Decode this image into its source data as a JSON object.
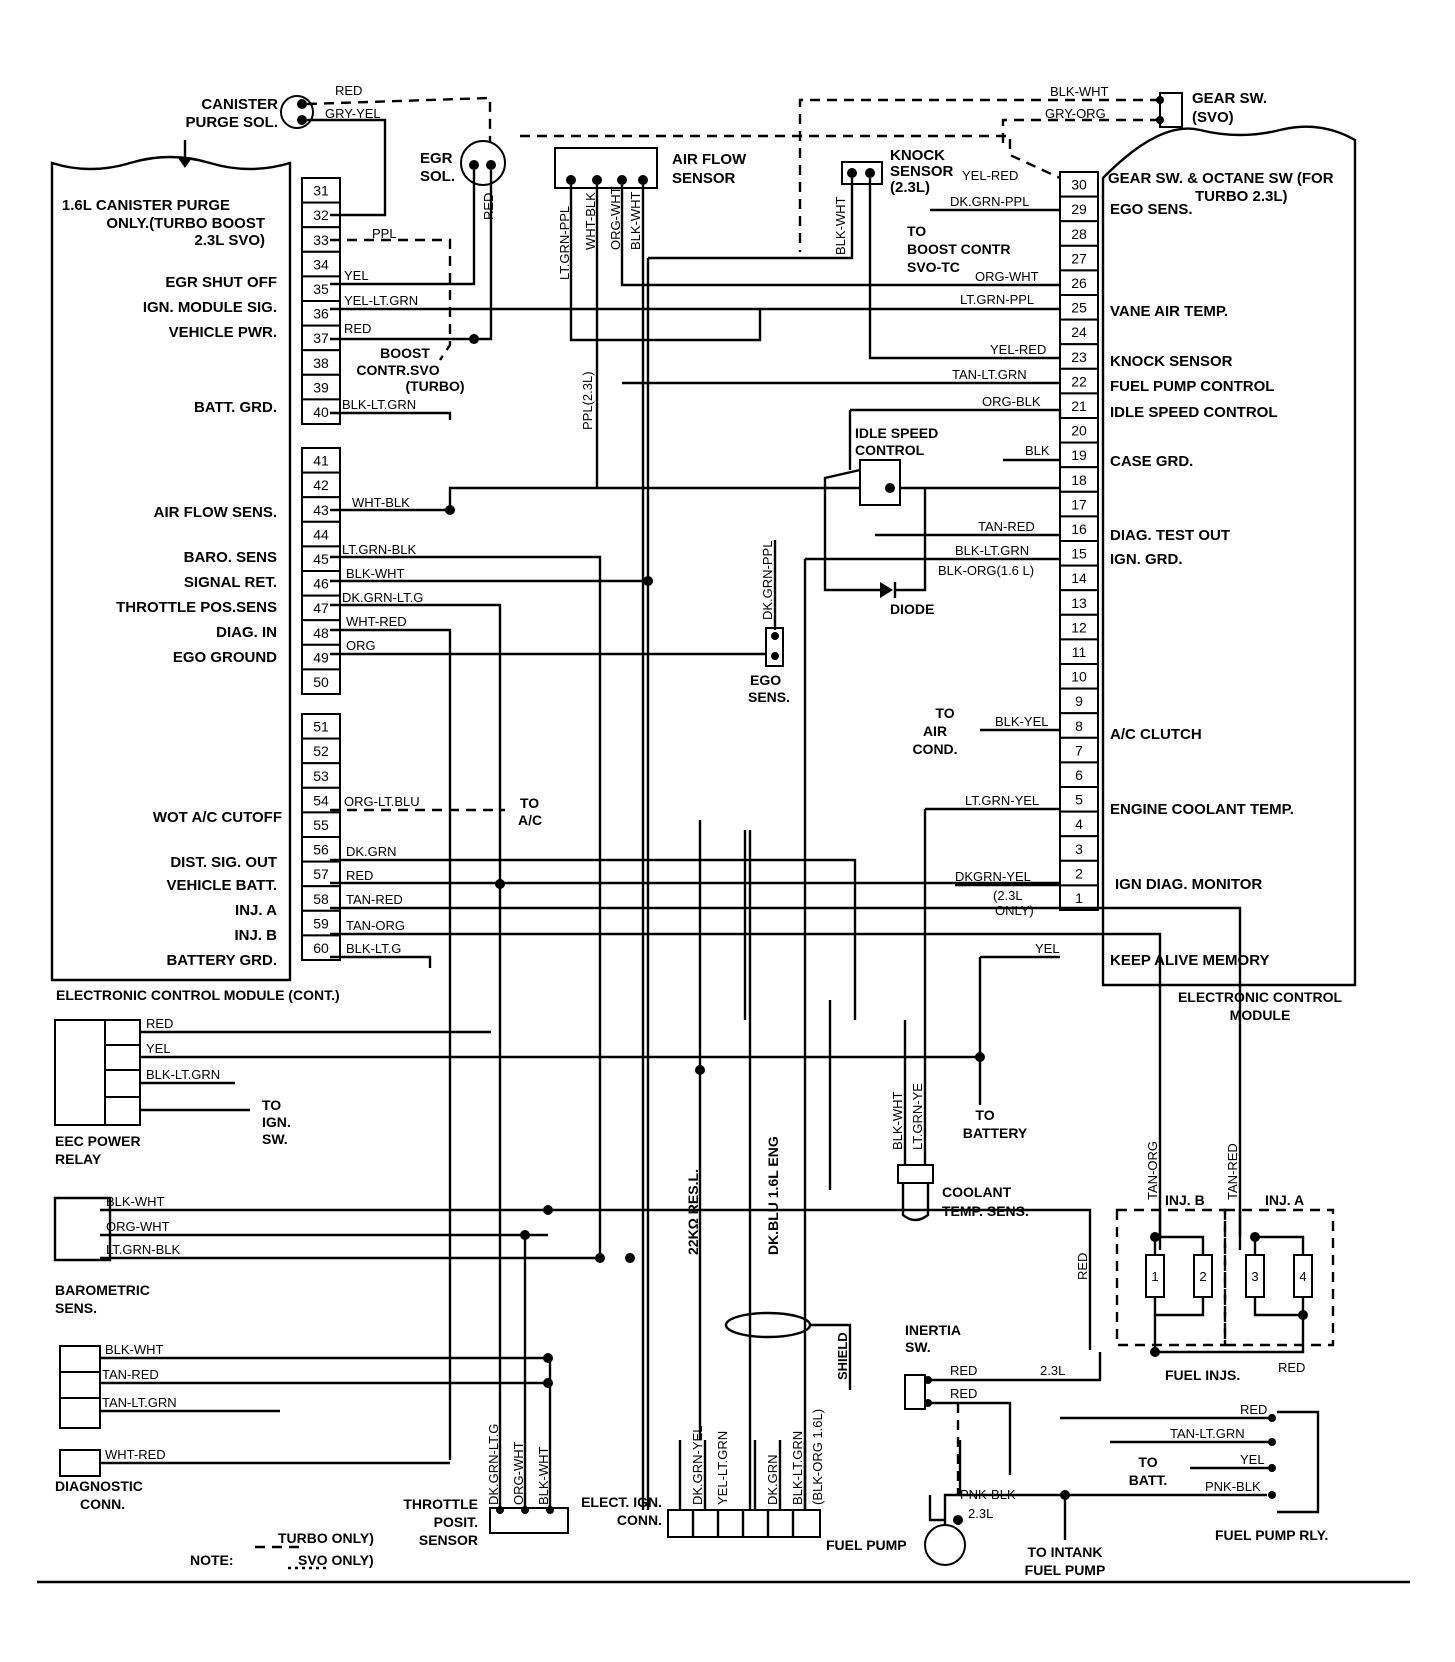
{
  "ecm_left": {
    "header": [
      "1.6L CANISTER PURGE",
      "ONLY.(TURBO BOOST",
      "2.3L SVO)"
    ],
    "pins": [
      "31",
      "32",
      "33",
      "34",
      "35",
      "36",
      "37",
      "38",
      "39",
      "40",
      "41",
      "42",
      "43",
      "44",
      "45",
      "46",
      "47",
      "48",
      "49",
      "50",
      "51",
      "52",
      "53",
      "54",
      "55",
      "56",
      "57",
      "58",
      "59",
      "60"
    ],
    "functions": [
      "EGR SHUT OFF",
      "IGN. MODULE SIG.",
      "VEHICLE PWR.",
      "BATT. GRD.",
      "AIR FLOW SENS.",
      "BARO. SENS",
      "SIGNAL RET.",
      "THROTTLE POS.SENS",
      "DIAG. IN",
      "EGO GROUND",
      "WOT A/C CUTOFF",
      "DIST. SIG. OUT",
      "VEHICLE BATT.",
      "INJ. A",
      "INJ. B",
      "BATTERY GRD."
    ],
    "title": "ELECTRONIC CONTROL MODULE (CONT.)"
  },
  "ecm_right": {
    "pins": [
      "30",
      "29",
      "28",
      "27",
      "26",
      "25",
      "24",
      "23",
      "22",
      "21",
      "20",
      "19",
      "18",
      "17",
      "16",
      "15",
      "14",
      "13",
      "12",
      "11",
      "10",
      "9",
      "8",
      "7",
      "6",
      "5",
      "4",
      "3",
      "2",
      "1"
    ],
    "functions": [
      "GEAR SW. & OCTANE SW (FOR",
      "TURBO 2.3L)",
      "EGO SENS.",
      "VANE AIR TEMP.",
      "KNOCK SENSOR",
      "FUEL PUMP CONTROL",
      "IDLE SPEED CONTROL",
      "CASE GRD.",
      "DIAG. TEST OUT",
      "IGN. GRD.",
      "A/C CLUTCH",
      "ENGINE COOLANT TEMP.",
      "IGN DIAG. MONITOR",
      "KEEP ALIVE MEMORY"
    ],
    "title": [
      "ELECTRONIC CONTROL",
      "MODULE"
    ]
  },
  "left_wires": [
    "RED",
    "GRY-YEL",
    "PPL",
    "YEL",
    "YEL-LT.GRN",
    "RED",
    "BLK-LT.GRN",
    "WHT-BLK",
    "LT.GRN-BLK",
    "BLK-WHT",
    "DK.GRN-LT.G",
    "WHT-RED",
    "ORG",
    "ORG-LT.BLU",
    "DK.GRN",
    "RED",
    "TAN-RED",
    "TAN-ORG",
    "BLK-LT.G"
  ],
  "right_wires": [
    "BLK-WHT",
    "GRY-ORG",
    "YEL-RED",
    "DK.GRN-PPL",
    "ORG-WHT",
    "LT.GRN-PPL",
    "YEL-RED",
    "TAN-LT.GRN",
    "ORG-BLK",
    "BLK",
    "TAN-RED",
    "BLK-LT.GRN",
    "BLK-ORG(1.6 L)",
    "BLK-YEL",
    "LT.GRN-YEL",
    "DKGRN-YEL",
    "YEL"
  ],
  "components": {
    "canister": [
      "CANISTER",
      "PURGE SOL."
    ],
    "egr": [
      "EGR",
      "SOL."
    ],
    "airflow": [
      "AIR FLOW",
      "SENSOR"
    ],
    "airflow_wires": [
      "LT.GRN-PPL",
      "WHT-BLK",
      "ORG-WHT",
      "BLK-WHT"
    ],
    "knock": [
      "KNOCK",
      "SENSOR",
      "(2.3L)"
    ],
    "knock_wire": "BLK-WHT",
    "gear": [
      "GEAR SW.",
      "(SVO)"
    ],
    "boost": [
      "BOOST",
      "CONTR.SVO",
      "(TURBO)"
    ],
    "boost_tc": [
      "TO",
      "BOOST CONTR",
      "SVO-TC"
    ],
    "ppl23": "PPL(2.3L)",
    "idle": [
      "IDLE SPEED",
      "CONTROL"
    ],
    "diode": "DIODE",
    "ego_wire": "DK.GRN-PPL",
    "ego": [
      "EGO",
      "SENS."
    ],
    "aircond": [
      "TO",
      "AIR",
      "COND."
    ],
    "toac": [
      "TO",
      "A/C"
    ],
    "ign23": [
      "(2.3L",
      "ONLY)"
    ],
    "eec": [
      "EEC POWER",
      "RELAY"
    ],
    "eec_wires": [
      "RED",
      "YEL",
      "BLK-LT.GRN"
    ],
    "to_ign": [
      "TO",
      "IGN.",
      "SW."
    ],
    "to_battery": [
      "TO",
      "BATTERY"
    ],
    "coolant_wires": [
      "BLK-WHT",
      "LT.GRN-YE"
    ],
    "coolant": [
      "COOLANT",
      "TEMP. SENS."
    ],
    "baro": [
      "BAROMETRIC",
      "SENS."
    ],
    "baro_wires": [
      "BLK-WHT",
      "ORG-WHT",
      "LT.GRN-BLK"
    ],
    "diag": [
      "DIAGNOSTIC",
      "CONN."
    ],
    "diag_wires": [
      "BLK-WHT",
      "TAN-RED",
      "TAN-LT.GRN",
      "WHT-RED"
    ],
    "res": "22KΩ RES.L.",
    "eng16": "DK.BLU 1.6L ENG",
    "shield": "SHIELD",
    "tps": [
      "THROTTLE",
      "POSIT.",
      "SENSOR"
    ],
    "tps_wires": [
      "DK.GRN-LT.G",
      "ORG-WHT",
      "BLK-WHT"
    ],
    "elect": [
      "ELECT. IGN.",
      "CONN."
    ],
    "elect_wires": [
      "DK.GRN-YEL",
      "YEL-LT.GRN",
      "DK.GRN",
      "BLK-LT.GRN",
      "(BLK-ORG 1.6L)"
    ],
    "inj_b": "INJ. B",
    "inj_a": "INJ. A",
    "inj_wires": [
      "TAN-ORG",
      "TAN-RED",
      "RED"
    ],
    "fuel_injs": "FUEL INJS.",
    "inj_nums": [
      "1",
      "2",
      "3",
      "4"
    ],
    "inertia": [
      "INERTIA",
      "SW."
    ],
    "inertia_wires": [
      "RED",
      "RED",
      "2.3L"
    ],
    "pump_wires": [
      "PNK-BLK",
      "2.3L"
    ],
    "fuel_pump": "FUEL PUMP",
    "intank": [
      "TO INTANK",
      "FUEL PUMP"
    ],
    "relay_wires": [
      "RED",
      "TAN-LT.GRN",
      "YEL",
      "PNK-BLK"
    ],
    "to_batt": [
      "TO",
      "BATT."
    ],
    "relay": "FUEL PUMP RLY."
  },
  "note": {
    "label": "NOTE:",
    "turbo": "TURBO ONLY)",
    "svo": "SVO ONLY)"
  }
}
